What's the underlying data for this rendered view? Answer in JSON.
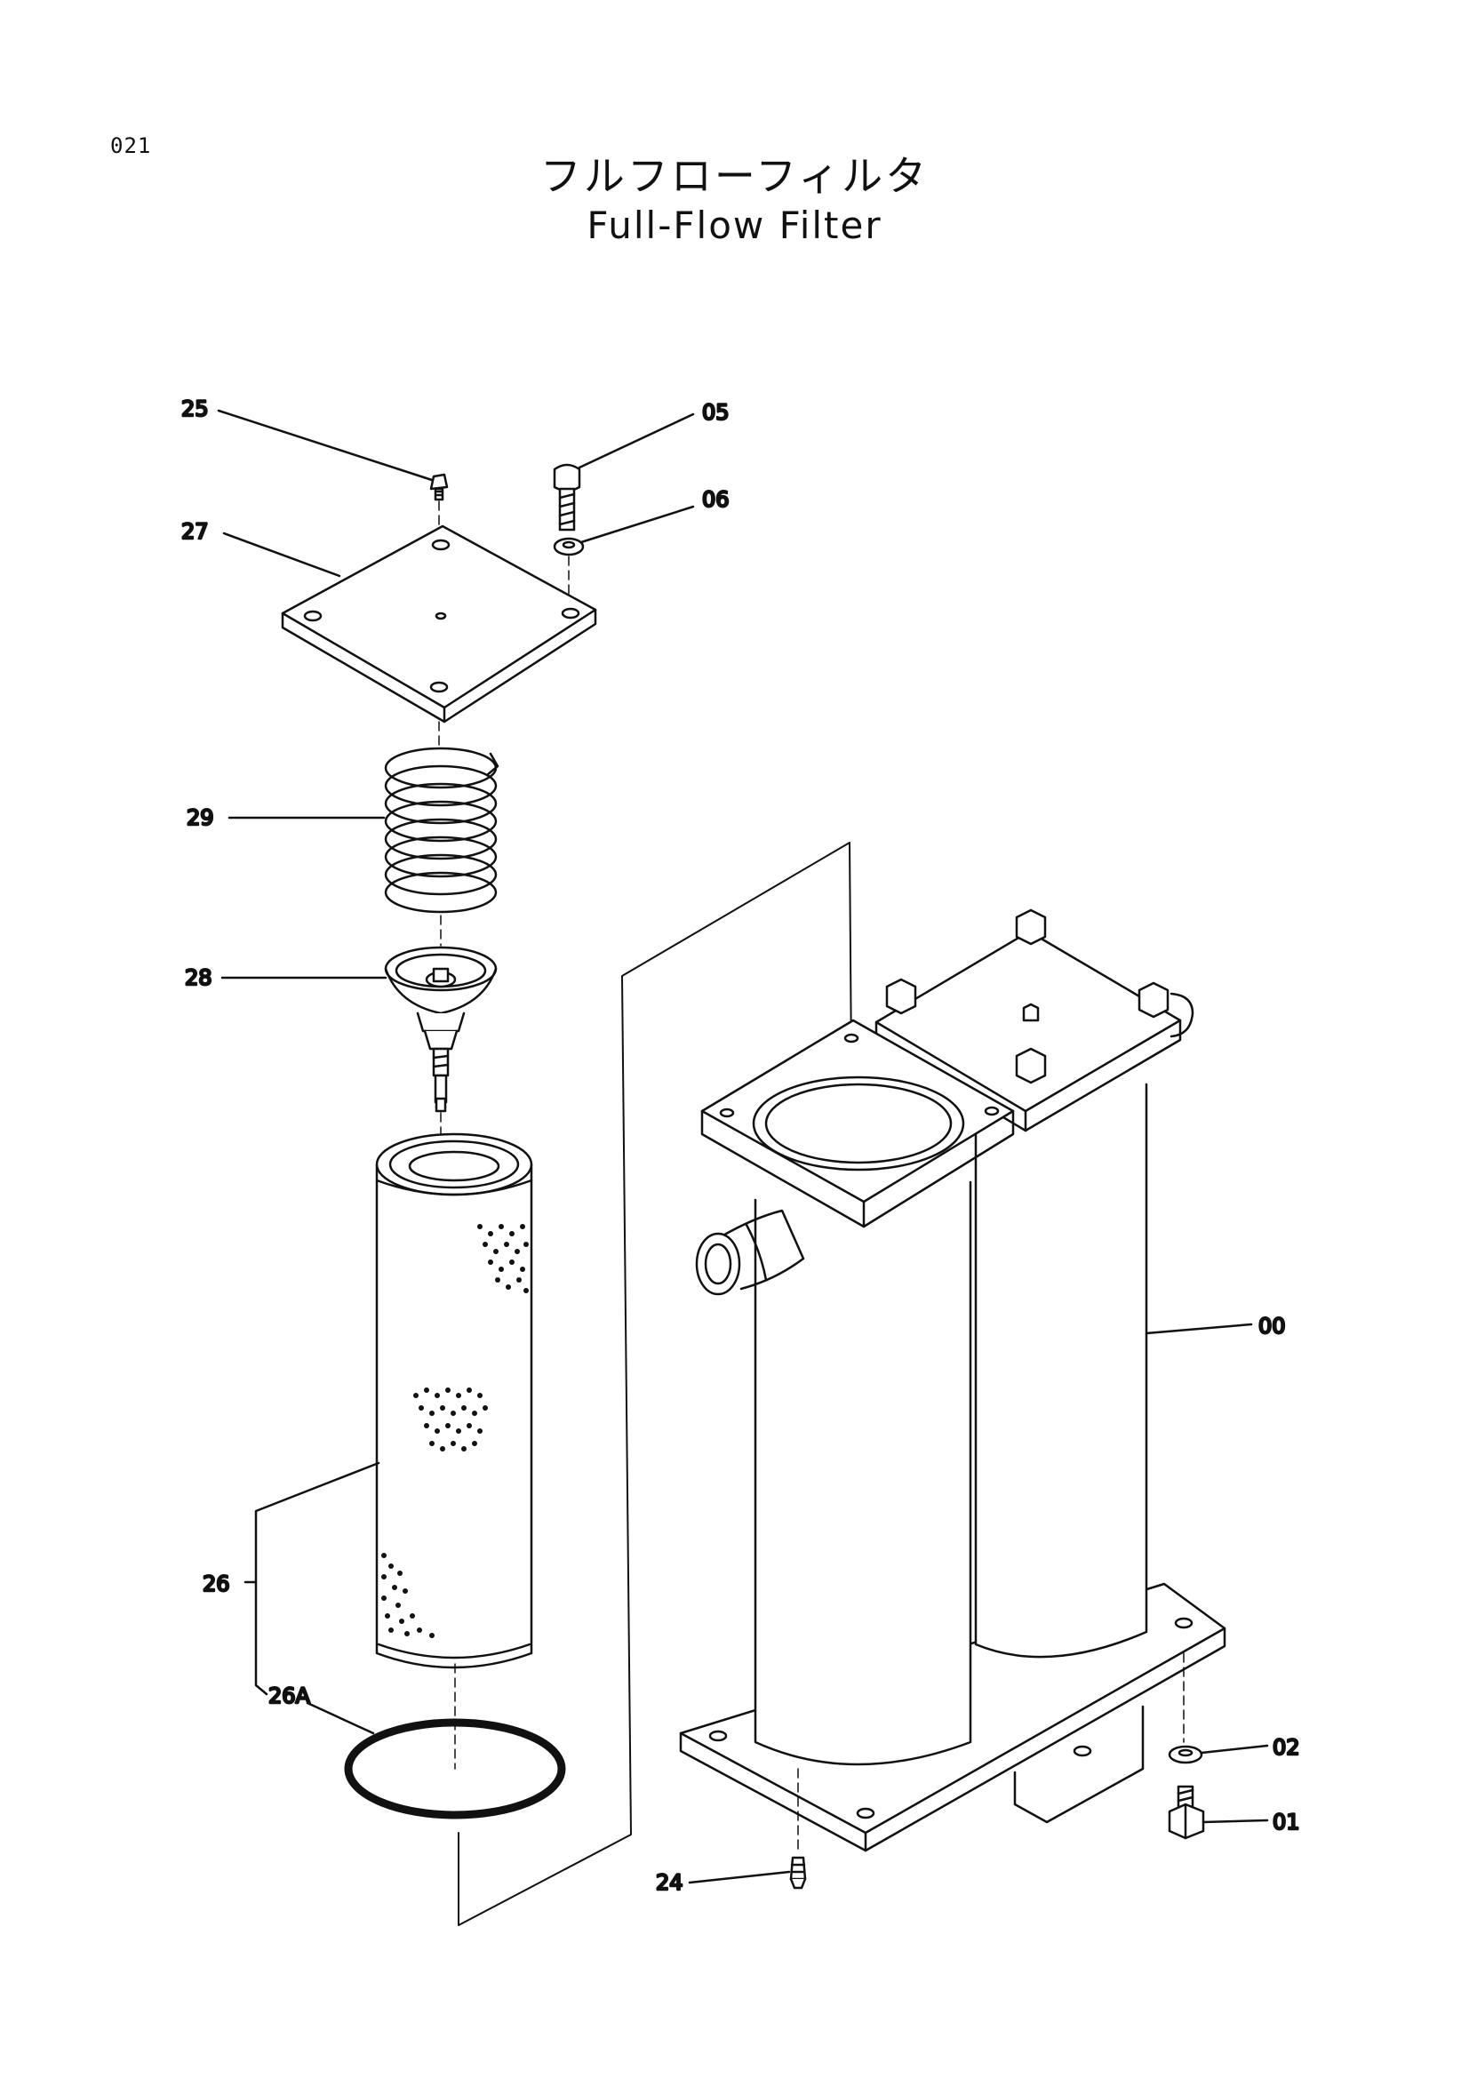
{
  "page_number": "021",
  "title_jp": "フルフローフィルタ",
  "title_en": "Full-Flow Filter",
  "parts": [
    {
      "id": "p25",
      "label": "25"
    },
    {
      "id": "p05",
      "label": "05"
    },
    {
      "id": "p06",
      "label": "06"
    },
    {
      "id": "p27",
      "label": "27"
    },
    {
      "id": "p29",
      "label": "29"
    },
    {
      "id": "p28",
      "label": "28"
    },
    {
      "id": "p26",
      "label": "26"
    },
    {
      "id": "p26a",
      "label": "26A"
    },
    {
      "id": "p00",
      "label": "00"
    },
    {
      "id": "p02",
      "label": "02"
    },
    {
      "id": "p01",
      "label": "01"
    },
    {
      "id": "p24",
      "label": "24"
    }
  ]
}
